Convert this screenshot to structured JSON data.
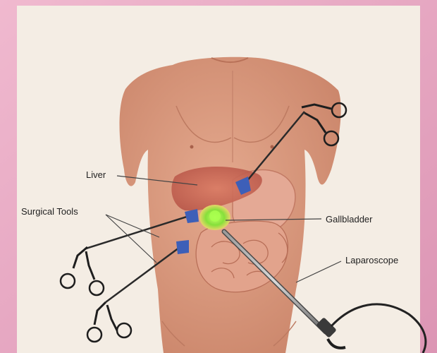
{
  "labels": {
    "liver": "Liver",
    "surgical_tools": "Surgical Tools",
    "gallbladder": "Gallbladder",
    "laparoscope": "Laparoscope"
  },
  "colors": {
    "page_bg": "#e7a7c1",
    "panel_bg": "#f4ede4",
    "skin": "#d9977c",
    "liver": "#c9674f",
    "gallbladder": "#8fe04a",
    "trocar": "#3d5fb8",
    "instrument": "#2a2a2a"
  }
}
